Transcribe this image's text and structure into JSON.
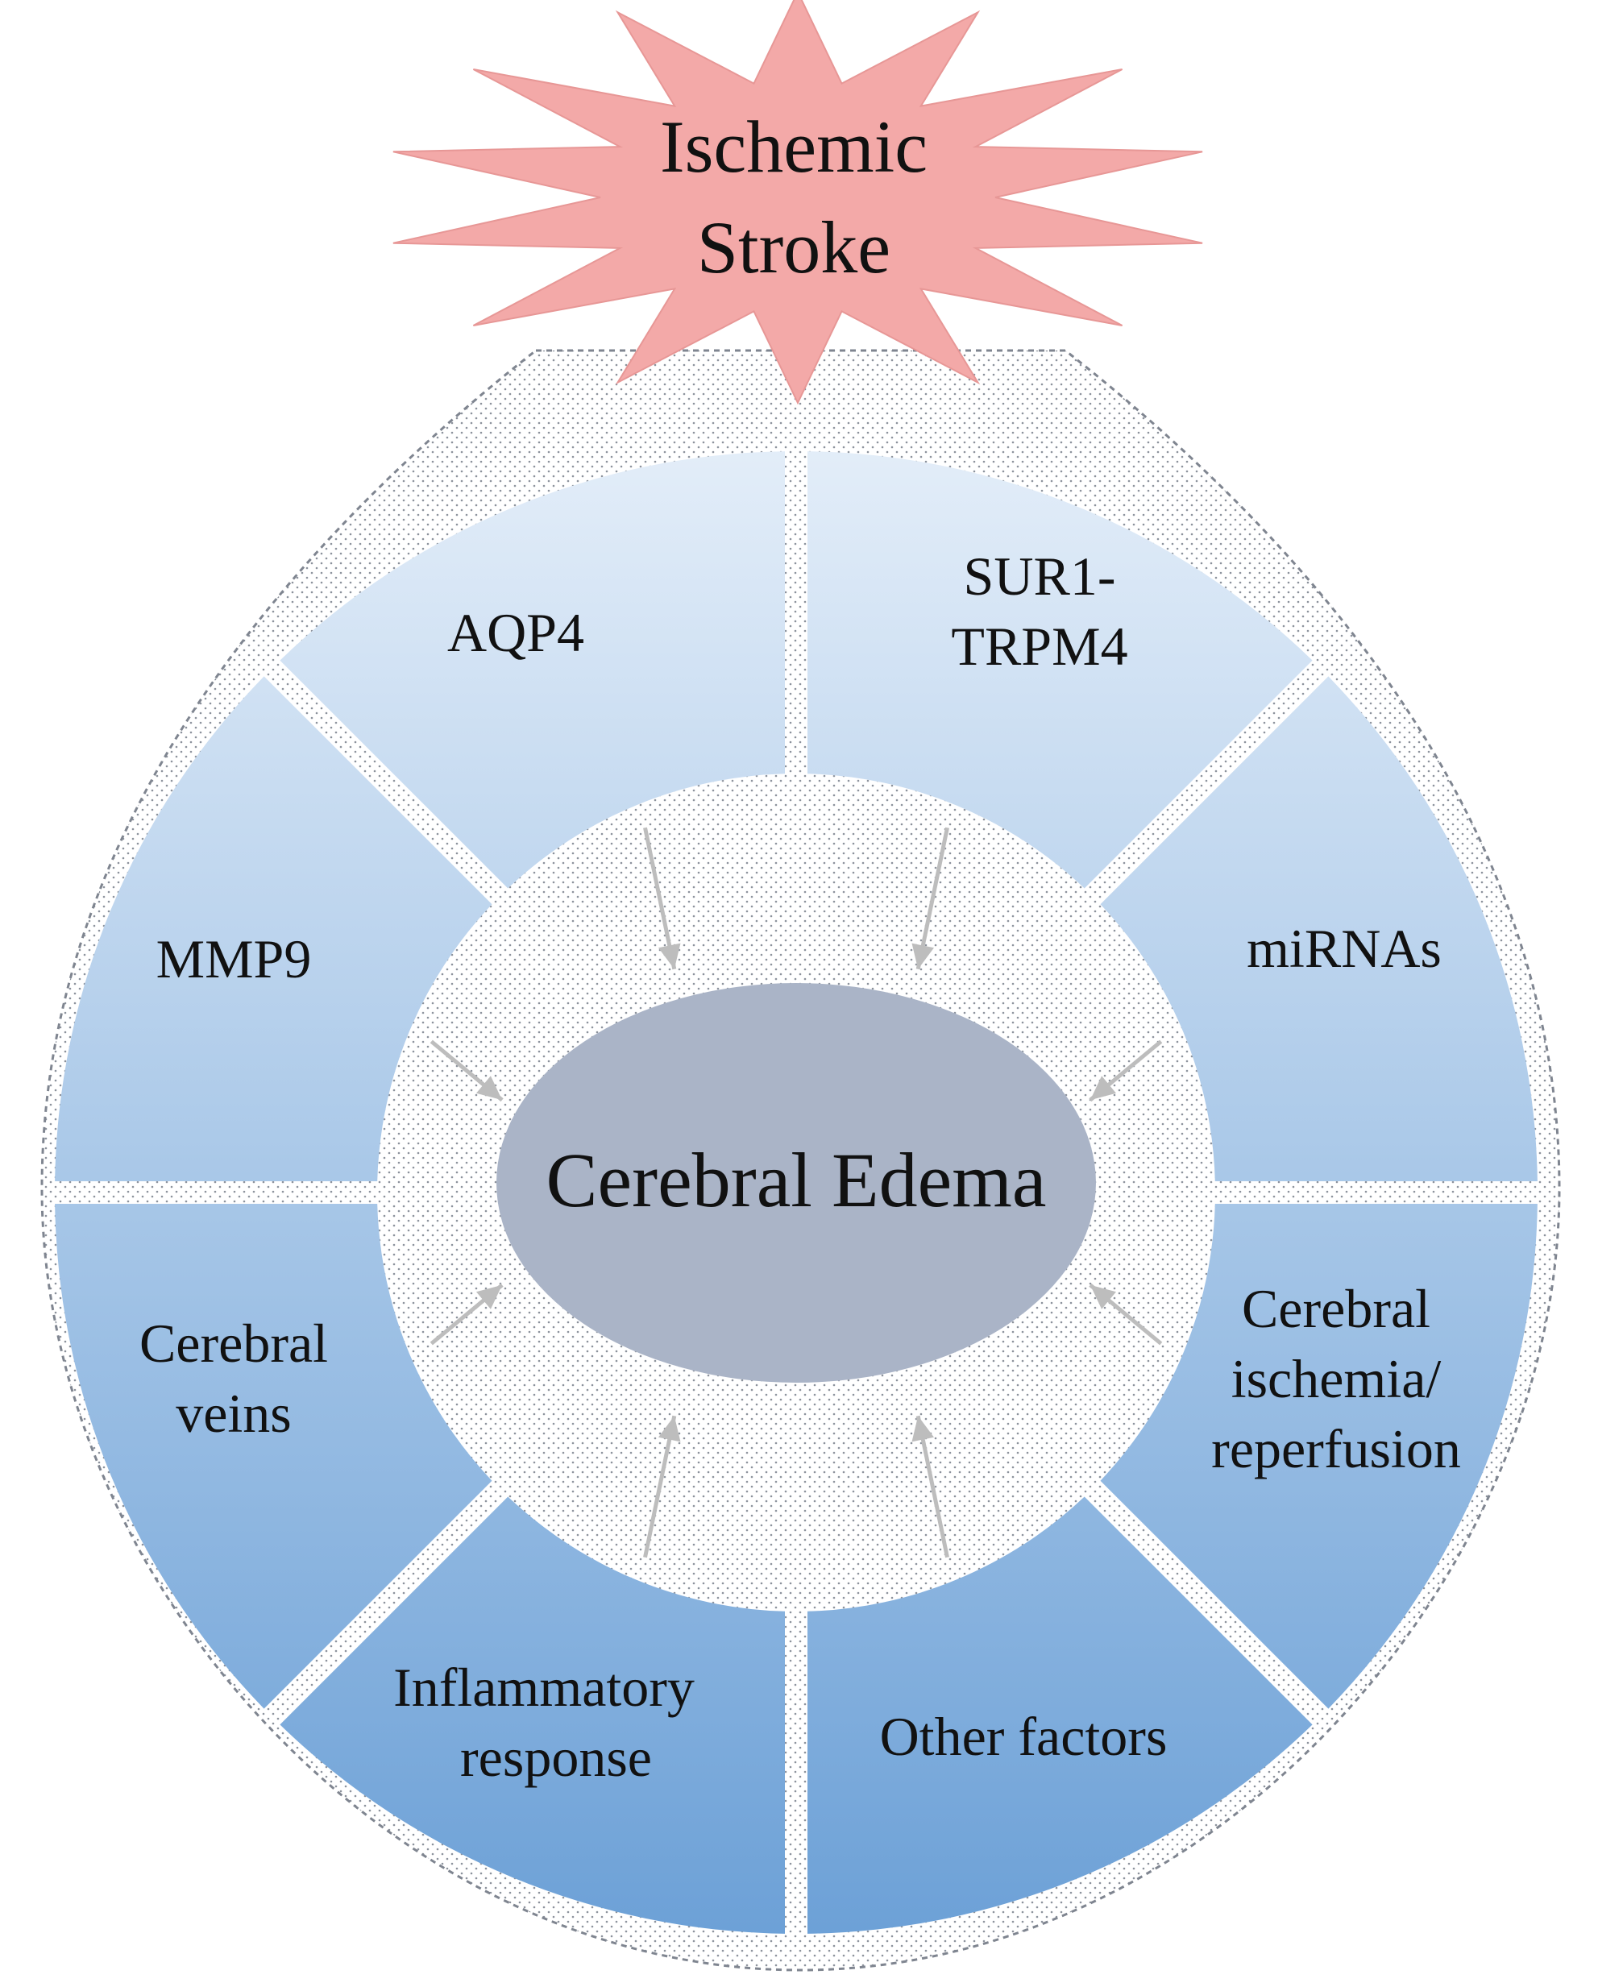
{
  "diagram": {
    "burst": {
      "lines": [
        "Ischemic",
        "Stroke"
      ],
      "color": "#f3a9a8"
    },
    "center": {
      "label": "Cerebral Edema",
      "color": "#aab4c7"
    },
    "ring_color_light": "#e4eef9",
    "ring_color_dark": "#6a9fd6",
    "arrow_color": "#bdbdbd",
    "segments": [
      {
        "id": "aqp4",
        "lines": [
          "AQP4"
        ]
      },
      {
        "id": "sur1-trpm4",
        "lines": [
          "SUR1-",
          "TRPM4"
        ]
      },
      {
        "id": "mirnas",
        "lines": [
          "miRNAs"
        ]
      },
      {
        "id": "ischemia-reperfusion",
        "lines": [
          "Cerebral",
          "ischemia/",
          "reperfusion"
        ]
      },
      {
        "id": "other-factors",
        "lines": [
          "Other factors"
        ]
      },
      {
        "id": "inflammatory-response",
        "lines": [
          "Inflammatory",
          "response"
        ]
      },
      {
        "id": "cerebral-veins",
        "lines": [
          "Cerebral",
          "veins"
        ]
      },
      {
        "id": "mmp9",
        "lines": [
          "MMP9"
        ]
      }
    ]
  }
}
